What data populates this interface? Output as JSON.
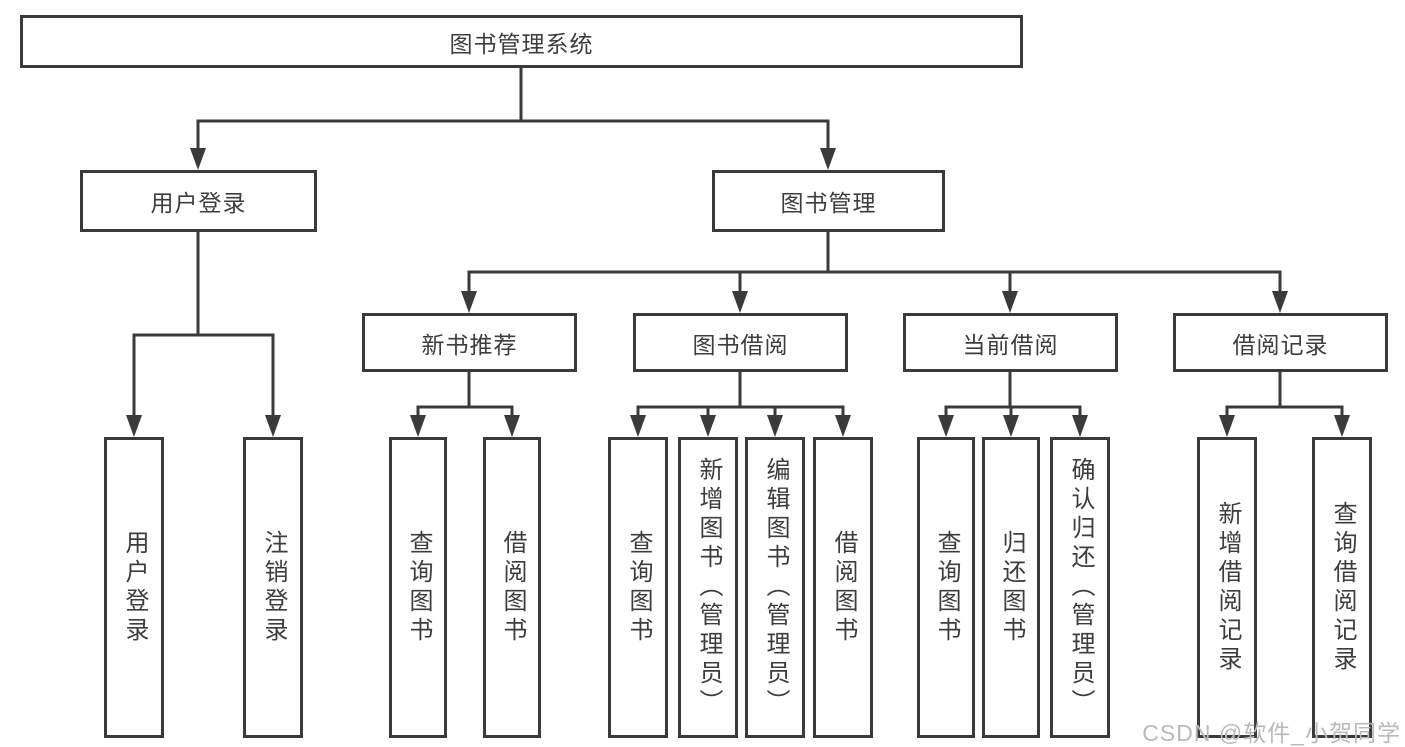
{
  "diagram": {
    "type": "hierarchy-tree",
    "colors": {
      "line": "#3a3a3a",
      "box_border": "#3a3a3a",
      "text": "#3d3d3d",
      "watermark": "#b9b9b9",
      "background": "#ffffff"
    }
  },
  "tree": {
    "label": "图书管理系统",
    "children": [
      {
        "label": "用户登录",
        "children": [
          {
            "label": "用户登录"
          },
          {
            "label": "注销登录"
          }
        ]
      },
      {
        "label": "图书管理",
        "children": [
          {
            "label": "新书推荐",
            "children": [
              {
                "label": "查询图书"
              },
              {
                "label": "借阅图书"
              }
            ]
          },
          {
            "label": "图书借阅",
            "children": [
              {
                "label": "查询图书"
              },
              {
                "label": "新增图书（管理员）"
              },
              {
                "label": "编辑图书（管理员）"
              },
              {
                "label": "借阅图书"
              }
            ]
          },
          {
            "label": "当前借阅",
            "children": [
              {
                "label": "查询图书"
              },
              {
                "label": "归还图书"
              },
              {
                "label": "确认归还（管理员）"
              }
            ]
          },
          {
            "label": "借阅记录",
            "children": [
              {
                "label": "新增借阅记录"
              },
              {
                "label": "查询借阅记录"
              }
            ]
          }
        ]
      }
    ]
  },
  "watermark": {
    "text": "CSDN @软件_小贺同学"
  }
}
